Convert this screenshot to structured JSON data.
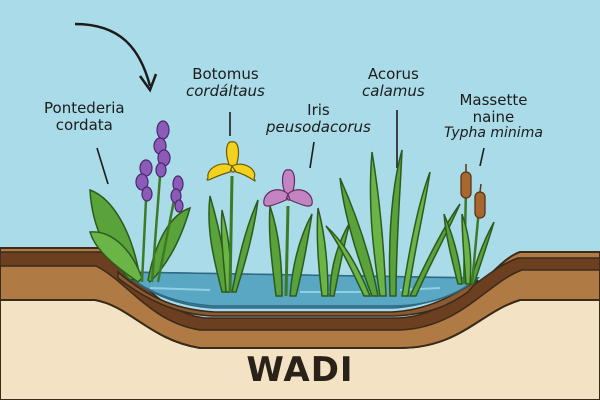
{
  "title": "WADI",
  "labels": {
    "pontederia": {
      "line1": "Pontederia",
      "line2": "cordata"
    },
    "butomus": {
      "common": "Botomus",
      "scientific": "cordáltaus"
    },
    "iris": {
      "common": "Iris",
      "scientific": "peusodacorus"
    },
    "acorus": {
      "common": "Acorus",
      "scientific": "calamus"
    },
    "typha": {
      "line1": "Massette",
      "line2": "naine",
      "scientific": "Typha minima"
    }
  },
  "colors": {
    "sky": "#a9dbe8",
    "water": "#4f9bb8",
    "soil_dark": "#6b3f1f",
    "soil_mid": "#9a6a3a",
    "sand": "#f3e3c4",
    "leaf": "#5aa23a",
    "lavender": "#8c5ab8",
    "yellow_iris": "#f2d21c",
    "pink_iris": "#c484c2",
    "cattail": "#a8672f"
  }
}
